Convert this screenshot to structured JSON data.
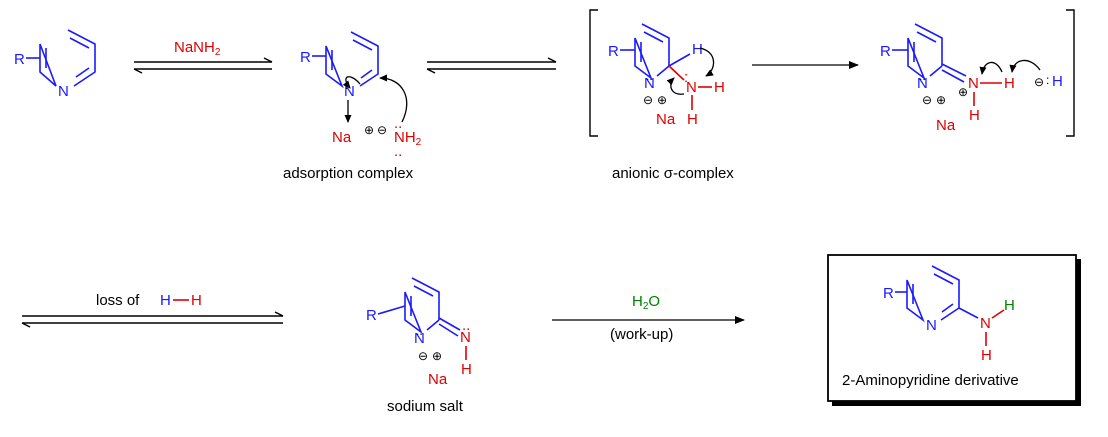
{
  "reagents": {
    "step1_reagent": "NaNH",
    "step1_sub": "2",
    "loss_prefix": "loss of",
    "loss_h1": "H",
    "loss_h2": "H",
    "water_h": "H",
    "water_sub": "2",
    "water_o": "O",
    "workup": "(work-up)"
  },
  "captions": {
    "adsorption": "adsorption complex",
    "anionic": "anionic σ-complex",
    "sodium_salt": "sodium salt",
    "product": "2-Aminopyridine derivative"
  },
  "atoms": {
    "R": "R",
    "N": "N",
    "H": "H",
    "Na": "Na",
    "NH": "NH",
    "NH_sub": "2"
  },
  "colors": {
    "ring": "#1a1aff",
    "reagent": "#e00000",
    "water": "#008000"
  }
}
